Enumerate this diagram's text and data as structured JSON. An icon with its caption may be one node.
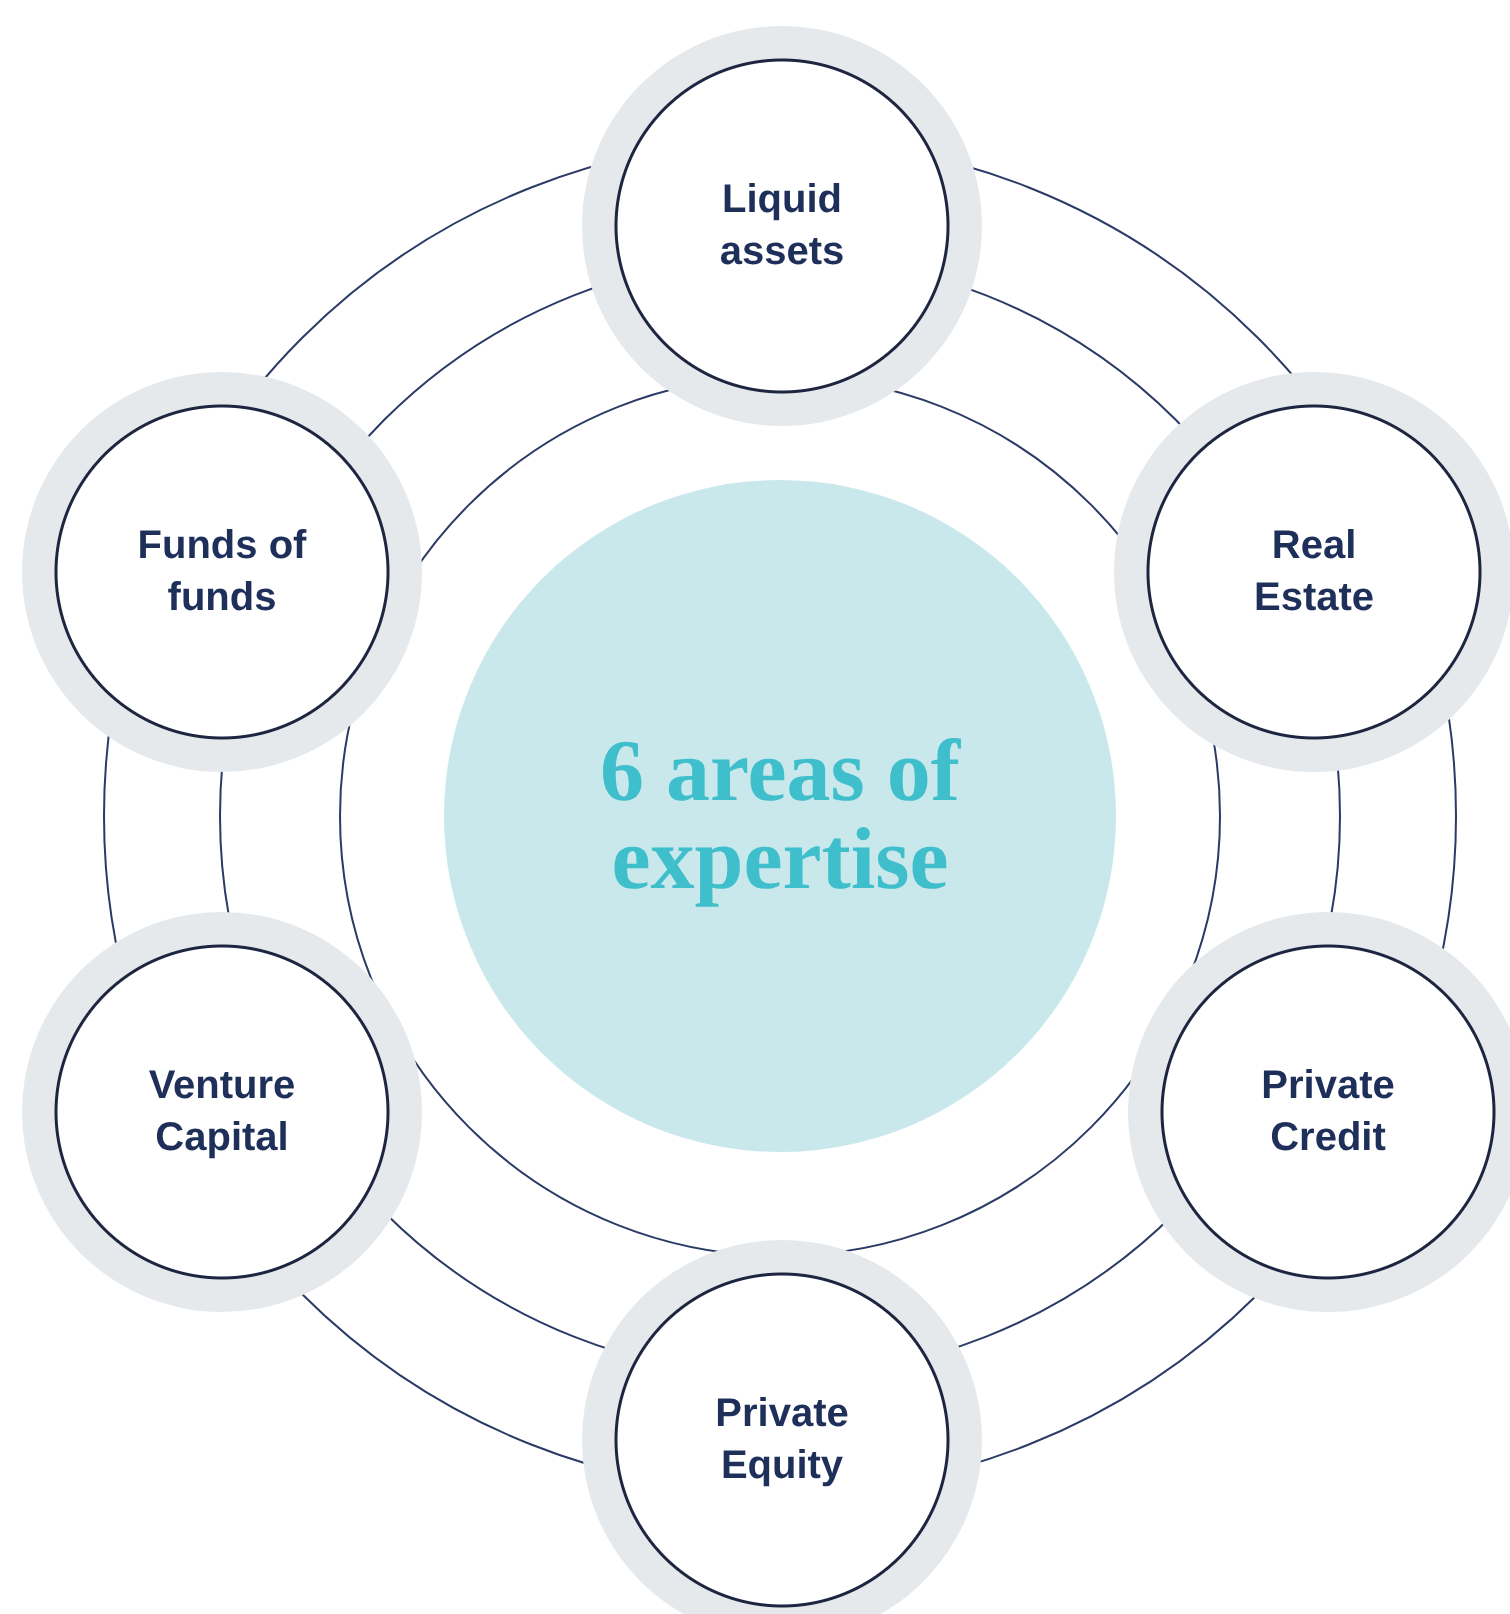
{
  "diagram": {
    "nodes": [
      {
        "text": [
          "6 areas of expertise"
        ]
      },
      {
        "text": [
          "Liquid assets"
        ]
      },
      {
        "text": [
          "Real Estate"
        ]
      },
      {
        "text": [
          "Private Credit"
        ]
      },
      {
        "text": [
          "Private Equity"
        ]
      },
      {
        "text": [
          "Venture Capital"
        ]
      },
      {
        "text": [
          "Funds of funds"
        ]
      }
    ]
  }
}
